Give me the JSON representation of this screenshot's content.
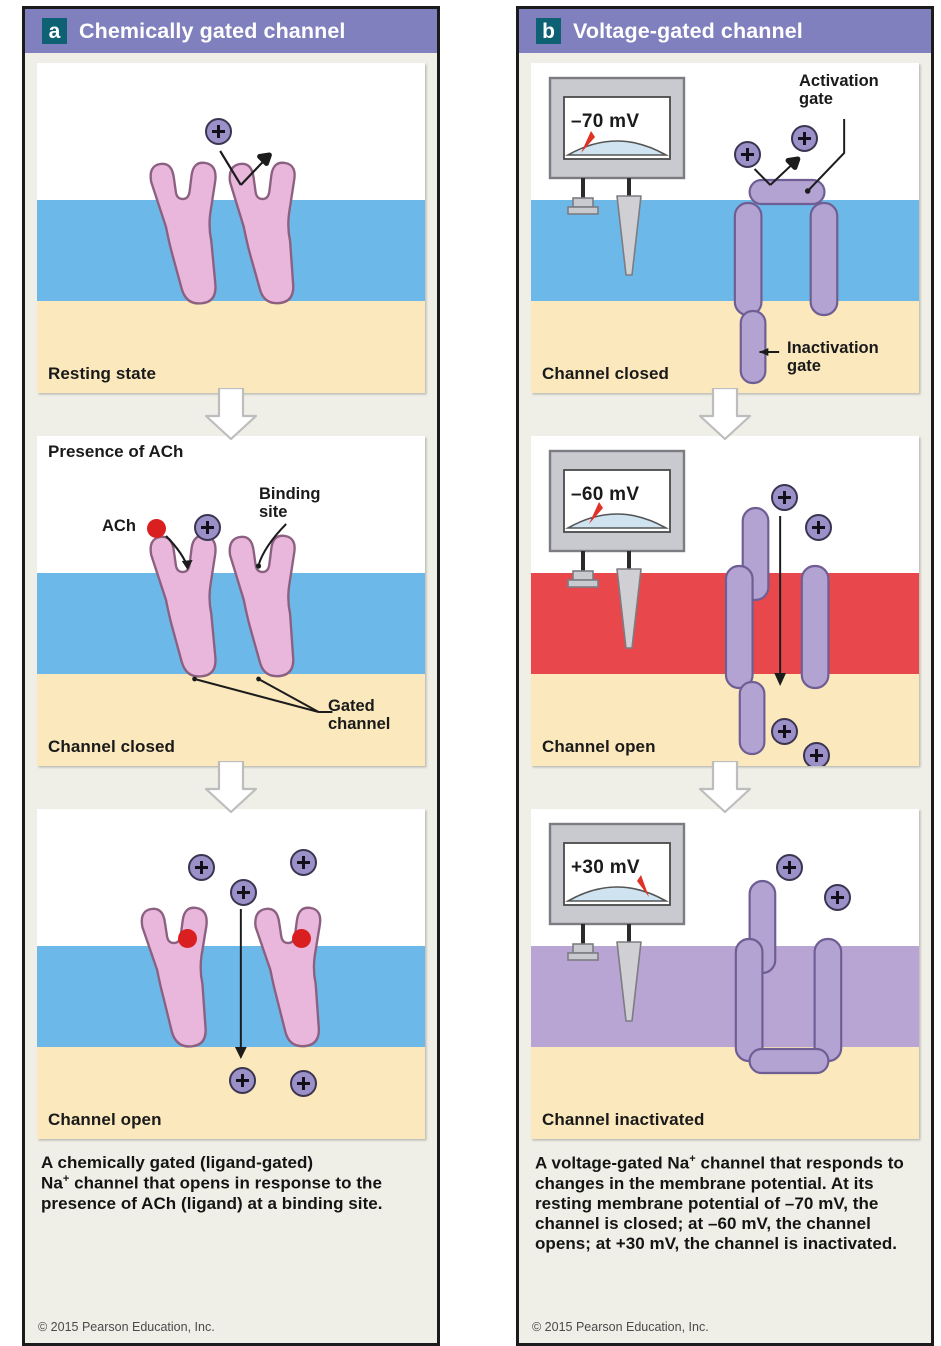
{
  "figure": {
    "background_color": "#FFFFFF",
    "panel_background": "#EFEFE7",
    "header_color": "#8180BE",
    "badge_color": "#0E6073"
  },
  "colors": {
    "extracellular": "#FFFFFF",
    "membrane_resting": "#6CB9E9",
    "membrane_depolarized": "#E8484B",
    "membrane_inactivated": "#B9A5D4",
    "cytosol": "#FBE8BC",
    "protein_pink": "#E8B7DB",
    "protein_pink_outline": "#8C6080",
    "channel_purple": "#B2A3D2",
    "channel_purple_outline": "#6E5E93",
    "ion_fill": "#9C90C8",
    "ion_outline": "#3A3550",
    "ach_red": "#DA1F20",
    "meter_body": "#C9CACF",
    "meter_face": "#FFFFFF",
    "meter_dome": "#CFE4F0",
    "needle_red": "#E03127"
  },
  "panel_a": {
    "badge": "a",
    "title": "Chemically gated channel",
    "stages": [
      {
        "id": "resting",
        "state_label": "Resting state",
        "top_label": "",
        "membrane_color": "#6CB9E9",
        "annotations": []
      },
      {
        "id": "closed",
        "state_label": "Channel closed",
        "top_label": "Presence of ACh",
        "membrane_color": "#6CB9E9",
        "annotations": [
          {
            "name": "ach-label",
            "text": "ACh"
          },
          {
            "name": "binding-site-label",
            "text": "Binding\nsite"
          },
          {
            "name": "gated-channel-label",
            "text": "Gated\nchannel"
          }
        ]
      },
      {
        "id": "open",
        "state_label": "Channel open",
        "top_label": "",
        "membrane_color": "#6CB9E9",
        "annotations": []
      }
    ],
    "caption_line1": "A chemically gated (ligand-gated)",
    "caption_na": "Na",
    "caption_na_sup": "+",
    "caption_rest": " channel that opens in response to the presence of ACh (ligand) at a binding site.",
    "copyright": "© 2015 Pearson Education, Inc."
  },
  "panel_b": {
    "badge": "b",
    "title": "Voltage-gated channel",
    "stages": [
      {
        "id": "closed",
        "state_label": "Channel closed",
        "voltage": "–70 mV",
        "membrane_color": "#6CB9E9",
        "annotations": [
          {
            "name": "activation-gate-label",
            "text": "Activation\ngate"
          },
          {
            "name": "inactivation-gate-label",
            "text": "Inactivation\ngate"
          }
        ]
      },
      {
        "id": "open",
        "state_label": "Channel open",
        "voltage": "–60 mV",
        "membrane_color": "#E8484B",
        "annotations": []
      },
      {
        "id": "inactivated",
        "state_label": "Channel inactivated",
        "voltage": "+30 mV",
        "membrane_color": "#B9A5D4",
        "annotations": []
      }
    ],
    "caption_line1": "A voltage-gated ",
    "caption_na": "Na",
    "caption_na_sup": "+",
    "caption_rest": " channel that responds to changes in the membrane potential. At its resting membrane potential of –70 mV, the channel is closed; at –60 mV, the channel opens; at +30 mV, the channel is inactivated.",
    "copyright": "© 2015 Pearson Education, Inc."
  }
}
